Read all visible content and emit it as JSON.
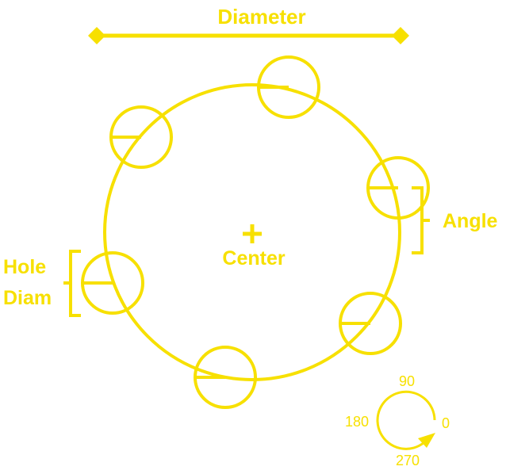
{
  "labels": {
    "diameter": "Diameter",
    "center": "Center",
    "angle": "Angle",
    "hole_line1": "Hole",
    "hole_line2": "Diam"
  },
  "angle_indicator": {
    "deg_90": "90",
    "deg_0": "0",
    "deg_180": "180",
    "deg_270": "270"
  },
  "colors": {
    "accent": "#F7E000",
    "background": "#FFFFFF"
  }
}
